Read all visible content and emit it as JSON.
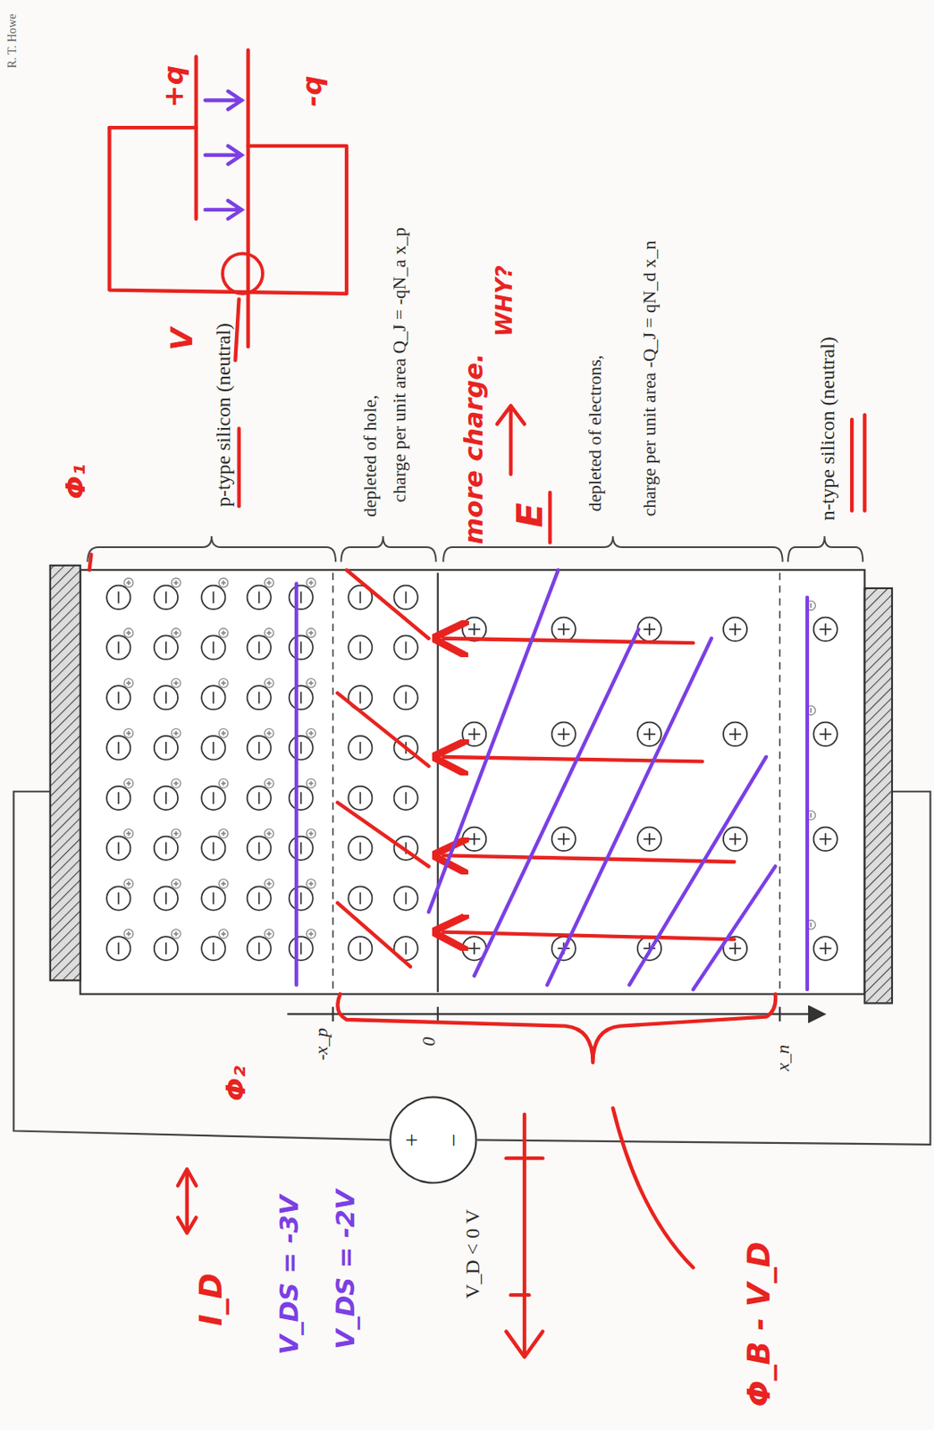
{
  "diagram": {
    "nodes": [
      {
        "text": [
          "+",
          "−"
        ]
      }
    ],
    "labels": [
      "R. T. Howe",
      "+q",
      "-q",
      "V",
      "Φ₁",
      "p-type silicon (neutral)",
      "depleted of hole,",
      "charge per unit area Q_J = -qN_a x_p",
      "more charge.",
      "WHY?",
      "E",
      "depleted of electrons,",
      "charge per unit area -Q_J = qN_d x_n",
      "n-type silicon (neutral)",
      "-x_p",
      "0",
      "x_n",
      "Φ₂",
      "V_D < 0 V",
      "I_D",
      "V_DS = -3V",
      "V_DS = -2V",
      "Φ_B - V_D"
    ]
  }
}
